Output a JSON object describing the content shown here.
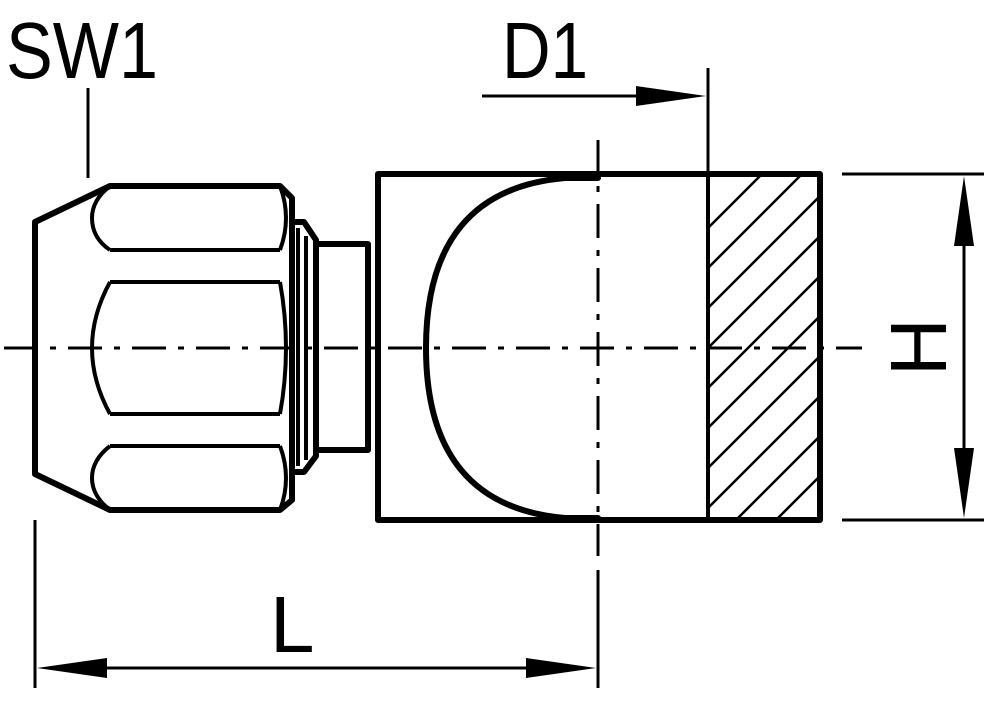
{
  "labels": {
    "sw1": "SW1",
    "d1": "D1",
    "h": "H",
    "l": "L"
  },
  "colors": {
    "line": "#000000",
    "background": "#ffffff"
  }
}
